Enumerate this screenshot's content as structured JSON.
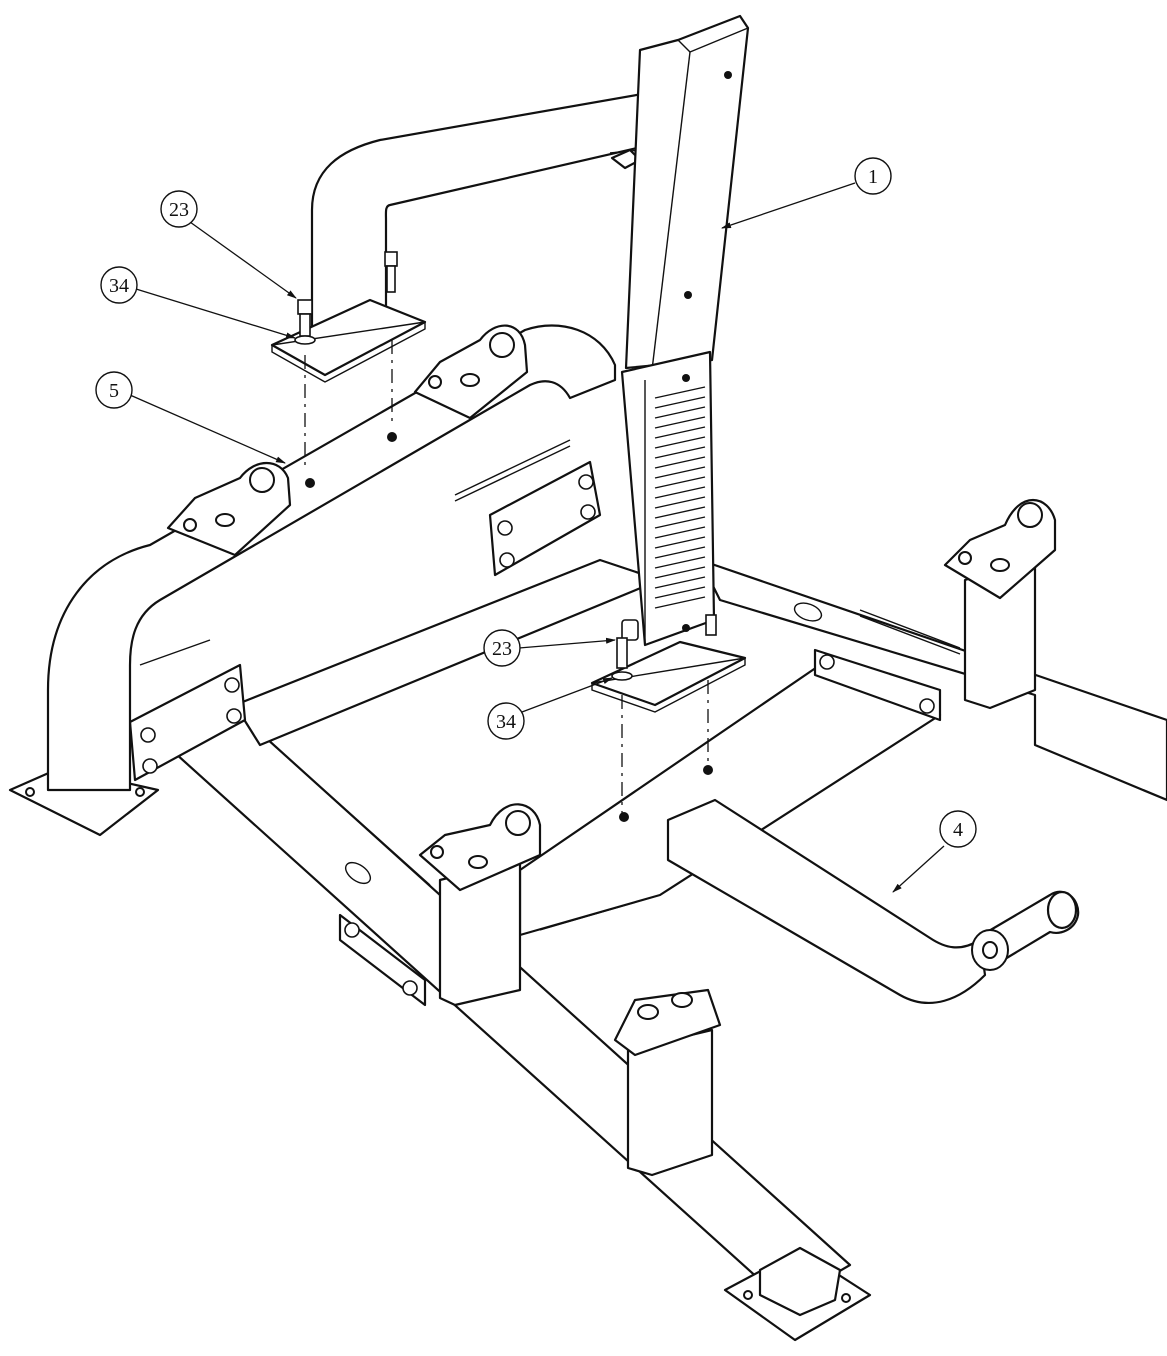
{
  "diagram": {
    "line_color": "#111111",
    "background": "#ffffff",
    "callouts": [
      {
        "id": "callout-1",
        "label": "1"
      },
      {
        "id": "callout-4",
        "label": "4"
      },
      {
        "id": "callout-5",
        "label": "5"
      },
      {
        "id": "callout-23-top",
        "label": "23"
      },
      {
        "id": "callout-34-top",
        "label": "34"
      },
      {
        "id": "callout-23-mid",
        "label": "23"
      },
      {
        "id": "callout-34-mid",
        "label": "34"
      }
    ]
  }
}
